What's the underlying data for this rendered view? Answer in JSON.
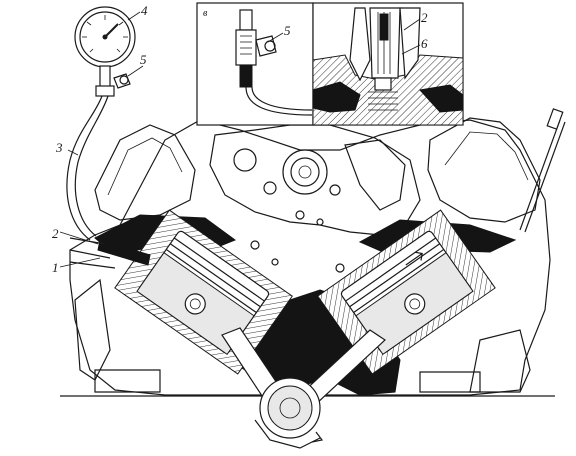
{
  "diagram": {
    "callouts": [
      {
        "id": "c1",
        "text": "1"
      },
      {
        "id": "c2",
        "text": "2"
      },
      {
        "id": "c3",
        "text": "3"
      },
      {
        "id": "c4",
        "text": "4"
      },
      {
        "id": "c5",
        "text": "5"
      },
      {
        "id": "c6",
        "text": "2"
      },
      {
        "id": "c7",
        "text": "6"
      },
      {
        "id": "c8",
        "text": "5"
      }
    ],
    "inset_tag": "в"
  }
}
